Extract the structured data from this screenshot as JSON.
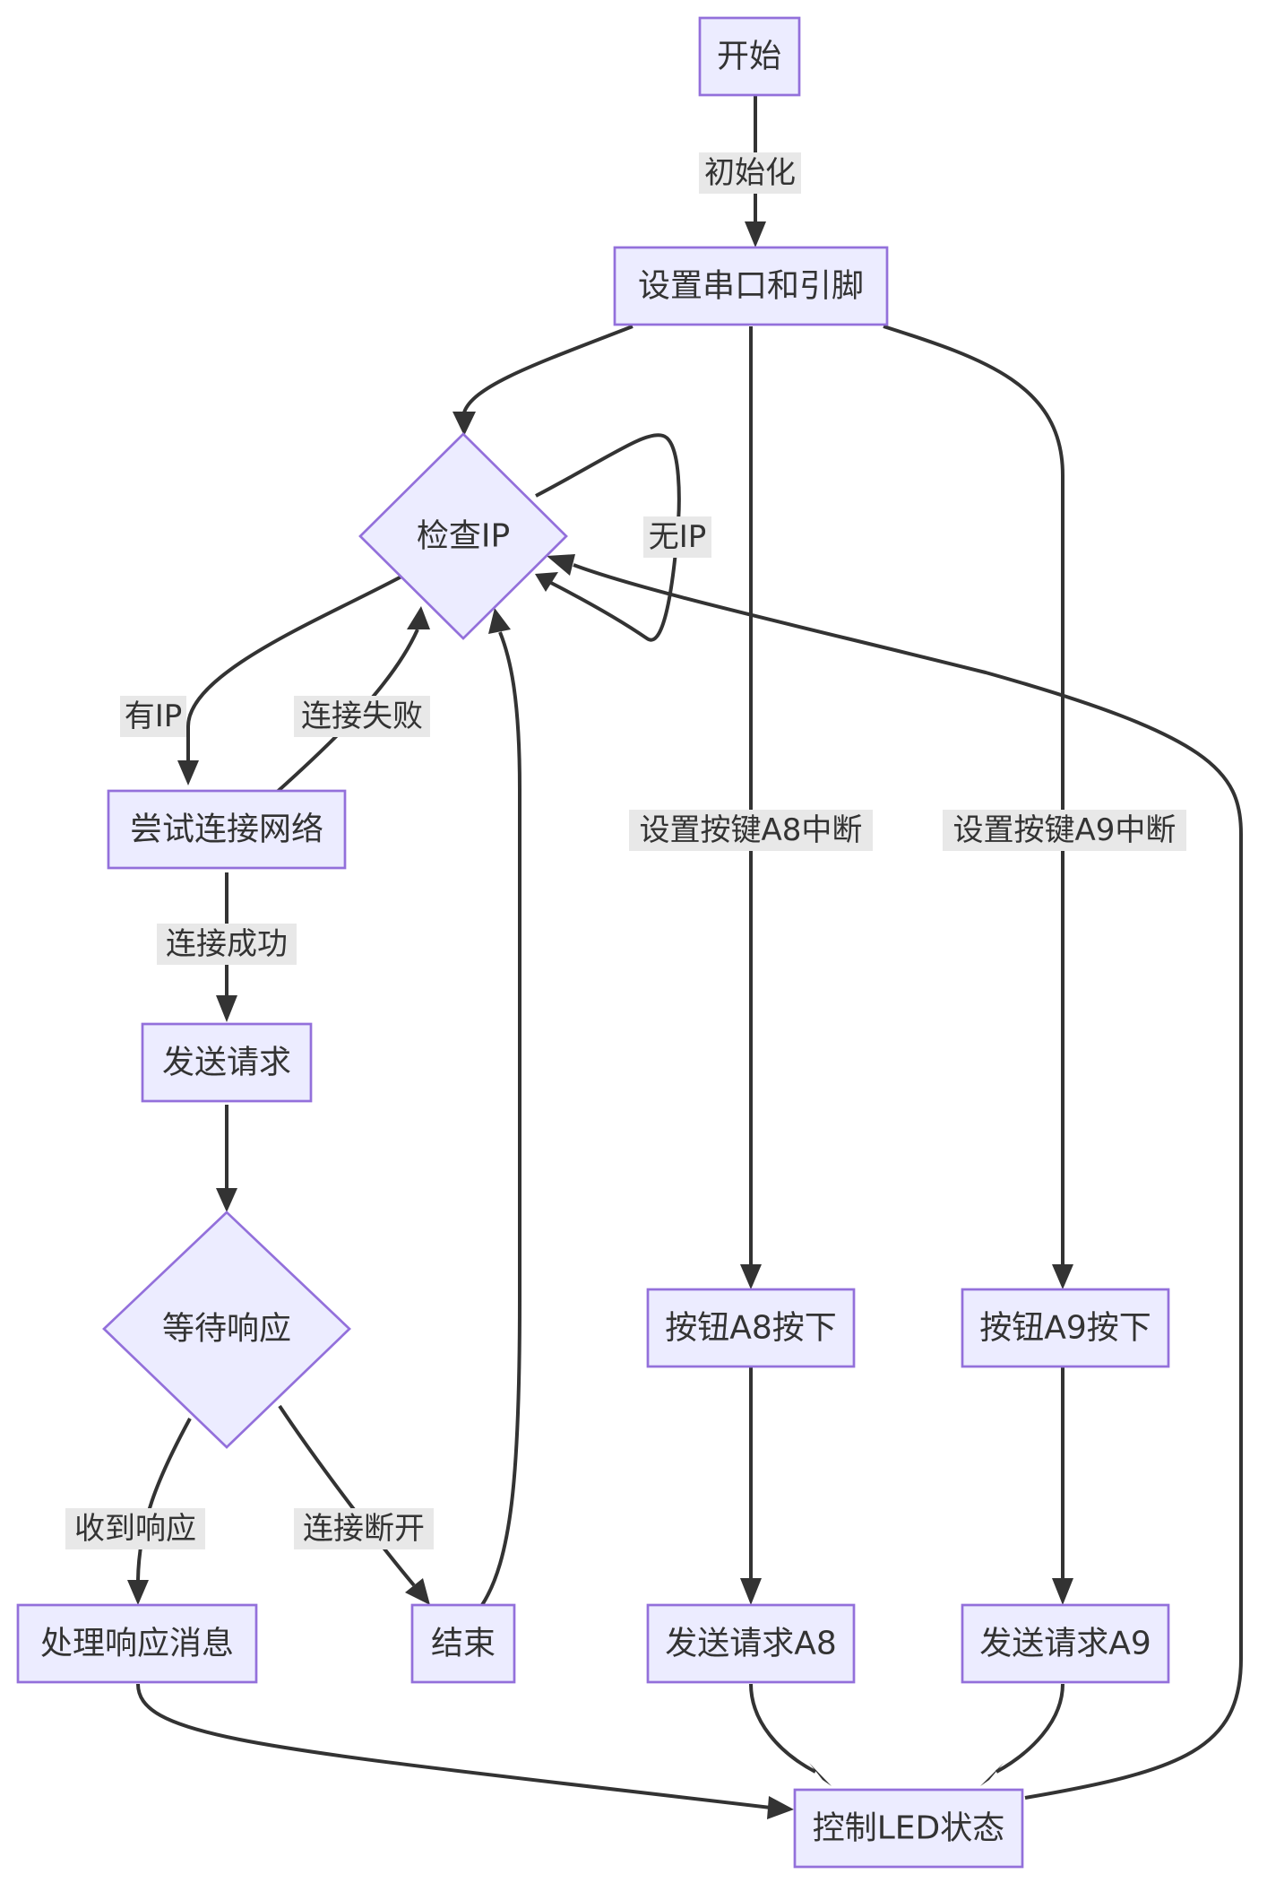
{
  "nodes": {
    "start": "开始",
    "setup": "设置串口和引脚",
    "check_ip": "检查IP",
    "try_connect": "尝试连接网络",
    "send_request": "发送请求",
    "wait_response": "等待响应",
    "process_msg": "处理响应消息",
    "end": "结束",
    "button_a8": "按钮A8按下",
    "send_a8": "发送请求A8",
    "button_a9": "按钮A9按下",
    "send_a9": "发送请求A9",
    "led_control": "控制LED状态"
  },
  "edges": {
    "init": "初始化",
    "no_ip": "无IP",
    "has_ip": "有IP",
    "connect_fail": "连接失败",
    "connect_success": "连接成功",
    "interrupt_a8": "设置按键A8中断",
    "interrupt_a9": "设置按键A9中断",
    "response_received": "收到响应",
    "disconnected": "连接断开"
  },
  "colors": {
    "node_fill": "#ECECFF",
    "node_stroke": "#9370DB",
    "edge": "#333333",
    "label_bg": "#e8e8e8"
  }
}
